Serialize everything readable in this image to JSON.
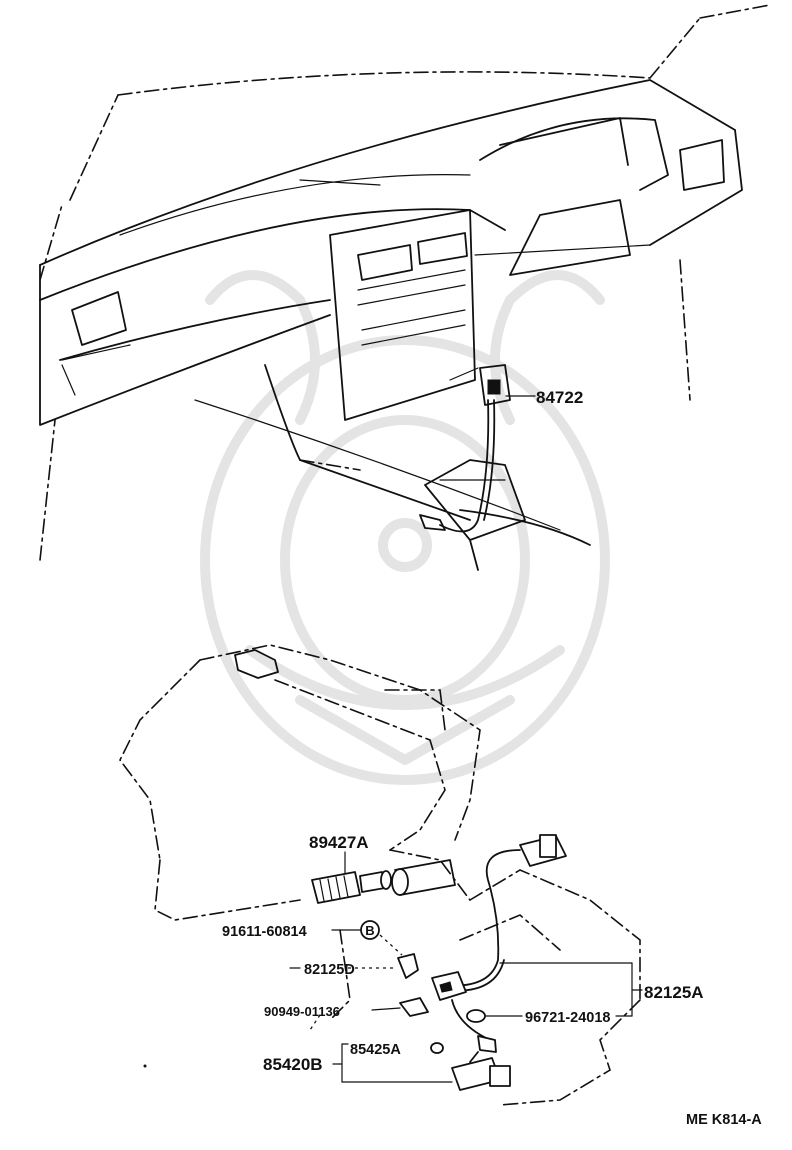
{
  "diagram": {
    "labels": {
      "p84722": "84722",
      "p89427A": "89427A",
      "p91611": "91611-60814",
      "p82125D": "82125D",
      "p90949": "90949-01136",
      "p85425A": "85425A",
      "p85420B": "85420B",
      "p82125A": "82125A",
      "p96721": "96721-24018",
      "code": "ME K814-A"
    },
    "marks": {
      "bolt_symbol": "B"
    }
  }
}
